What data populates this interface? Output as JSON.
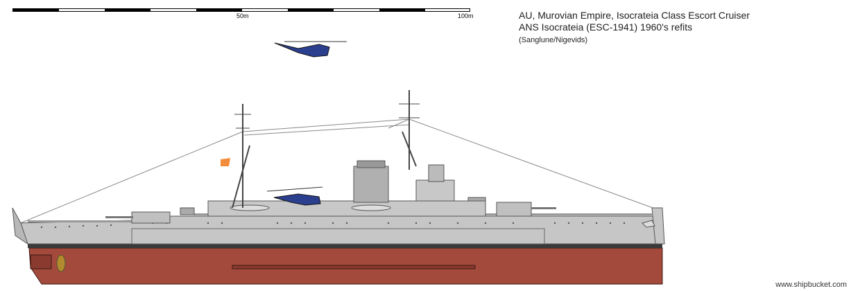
{
  "scale": {
    "mid_label": "50m",
    "end_label": "100m"
  },
  "title": {
    "line1": "AU, Murovian Empire, Isocrateia Class Escort Cruiser",
    "line2": "ANS Isocrateia (ESC-1941) 1960's refits",
    "line3": "(Sanglune/Nigevids)"
  },
  "footer": "www.shipbucket.com",
  "colors": {
    "hull_grey": "#c6c6c6",
    "hull_red": "#a44a3c",
    "boot_top": "#3a3a3a",
    "helo_blue": "#2b3f8f",
    "flag_orange": "#f28c3a"
  }
}
